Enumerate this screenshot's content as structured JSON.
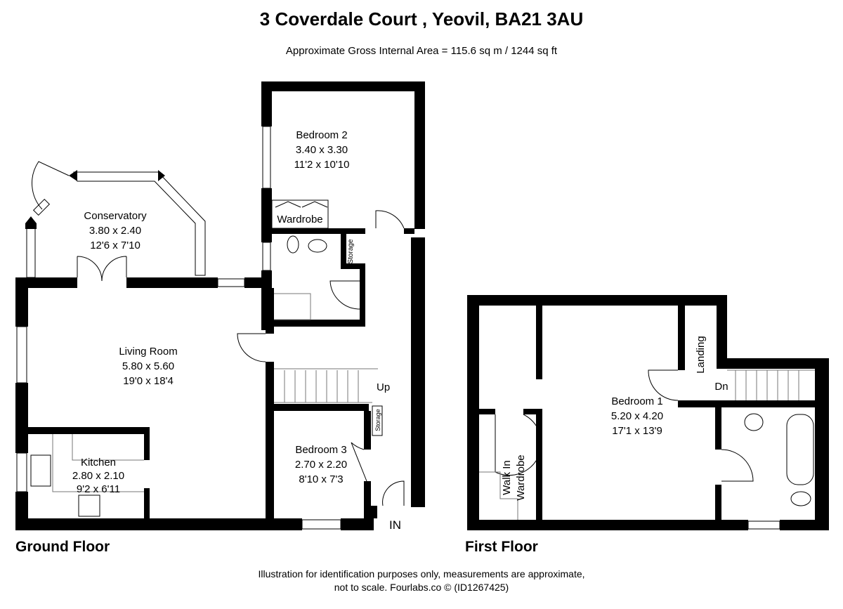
{
  "header": {
    "title": "3 Coverdale Court , Yeovil, BA21 3AU",
    "area": "Approximate Gross Internal Area = 115.6 sq m / 1244 sq ft"
  },
  "ground_floor": {
    "label": "Ground Floor",
    "rooms": [
      {
        "name": "Bedroom 2",
        "metric": "3.40 x 3.30",
        "imperial": "11'2 x 10'10"
      },
      {
        "name": "Conservatory",
        "metric": "3.80 x 2.40",
        "imperial": "12'6 x 7'10"
      },
      {
        "name": "Living Room",
        "metric": "5.80 x 5.60",
        "imperial": "19'0 x 18'4"
      },
      {
        "name": "Kitchen",
        "metric": "2.80 x 2.10",
        "imperial": "9'2 x 6'11"
      },
      {
        "name": "Bedroom 3",
        "metric": "2.70 x 2.20",
        "imperial": "8'10 x 7'3"
      }
    ],
    "wardrobe": "Wardrobe",
    "storage_1": "Storage",
    "storage_2": "Storage",
    "stairs": "Up",
    "entrance": "IN"
  },
  "first_floor": {
    "label": "First Floor",
    "rooms": [
      {
        "name": "Bedroom 1",
        "metric": "5.20 x 4.20",
        "imperial": "17'1 x 13'9"
      }
    ],
    "landing": "Landing",
    "stairs": "Dn",
    "walk_in_1": "Walk In",
    "walk_in_2": "Wardrobe"
  },
  "footer": {
    "line1": "Illustration for identification purposes only, measurements are approximate,",
    "line2": "not to scale. Fourlabs.co © (ID1267425)"
  }
}
